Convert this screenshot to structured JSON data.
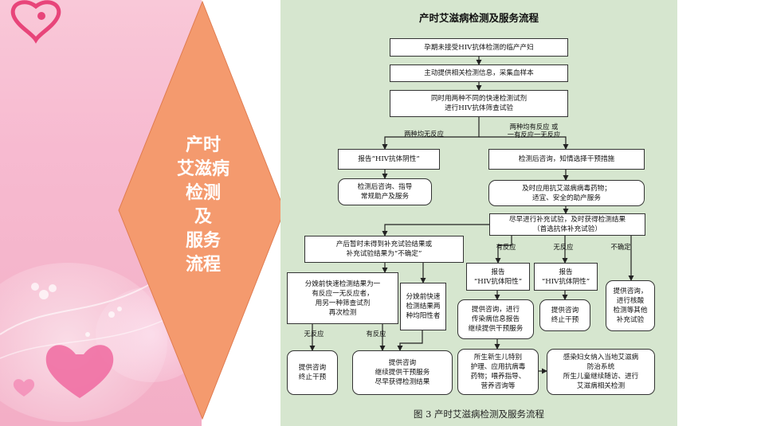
{
  "slide_title": [
    "产时",
    "艾滋病",
    "检测",
    "及",
    "服务",
    "流程"
  ],
  "flowchart": {
    "title": "产时艾滋病检测及服务流程",
    "caption": "图 3  产时艾滋病检测及服务流程",
    "boxes": {
      "b1": "孕期未接受HIV抗体检测的临产产妇",
      "b2": "主动提供相关检测信息，采集血样本",
      "b3": "同时用两种不同的快速检测试剂\n进行HIV抗体筛查试验",
      "b4": "报告“HIV抗体阴性”",
      "b5": "检测后咨询，知情选择干预措施",
      "b6": "检测后咨询、指导\n常规助产及服务",
      "b7": "及时应用抗艾滋病病毒药物；\n适宜、安全的助产服务",
      "b8": "尽早进行补充试验，及时获得检测结果\n（首选抗体补充试验）",
      "b9": "产后暂时未得到补充试验结果或\n补充试验结果为“不确定”",
      "b10": "分娩前快速检测结果为一\n有反应一无反应者，\n用另一种筛查试剂\n再次检测",
      "b11": "分娩前快速\n检测结果两\n种均阳性者",
      "b12": "报告\n“HIV抗体阳性”",
      "b13": "报告\n“HIV抗体阴性”",
      "b14": "提供咨询，\n进行核酸\n检测等其他\n补充试验",
      "b15": "提供咨询，进行\n传染病信息报告\n继续提供干预服务",
      "b16": "提供咨询\n终止干预",
      "b17": "提供咨询\n终止干预",
      "b18": "提供咨询\n继续提供干预服务\n尽早获得检测结果",
      "b19": "所生新生儿特别\n护理、应用抗病毒\n药物；喂养指导、\n营养咨询等",
      "b20": "感染妇女纳入当地艾滋病\n防治系统\n所生儿童继续随访、进行\n艾滋病相关检测"
    },
    "labels": {
      "l1": "两种均无反应",
      "l2": "两种均有反应 或\n一有反应一无反应",
      "l3": "有反应",
      "l4": "无反应",
      "l5": "不确定",
      "l6": "无反应",
      "l7": "有反应"
    }
  }
}
